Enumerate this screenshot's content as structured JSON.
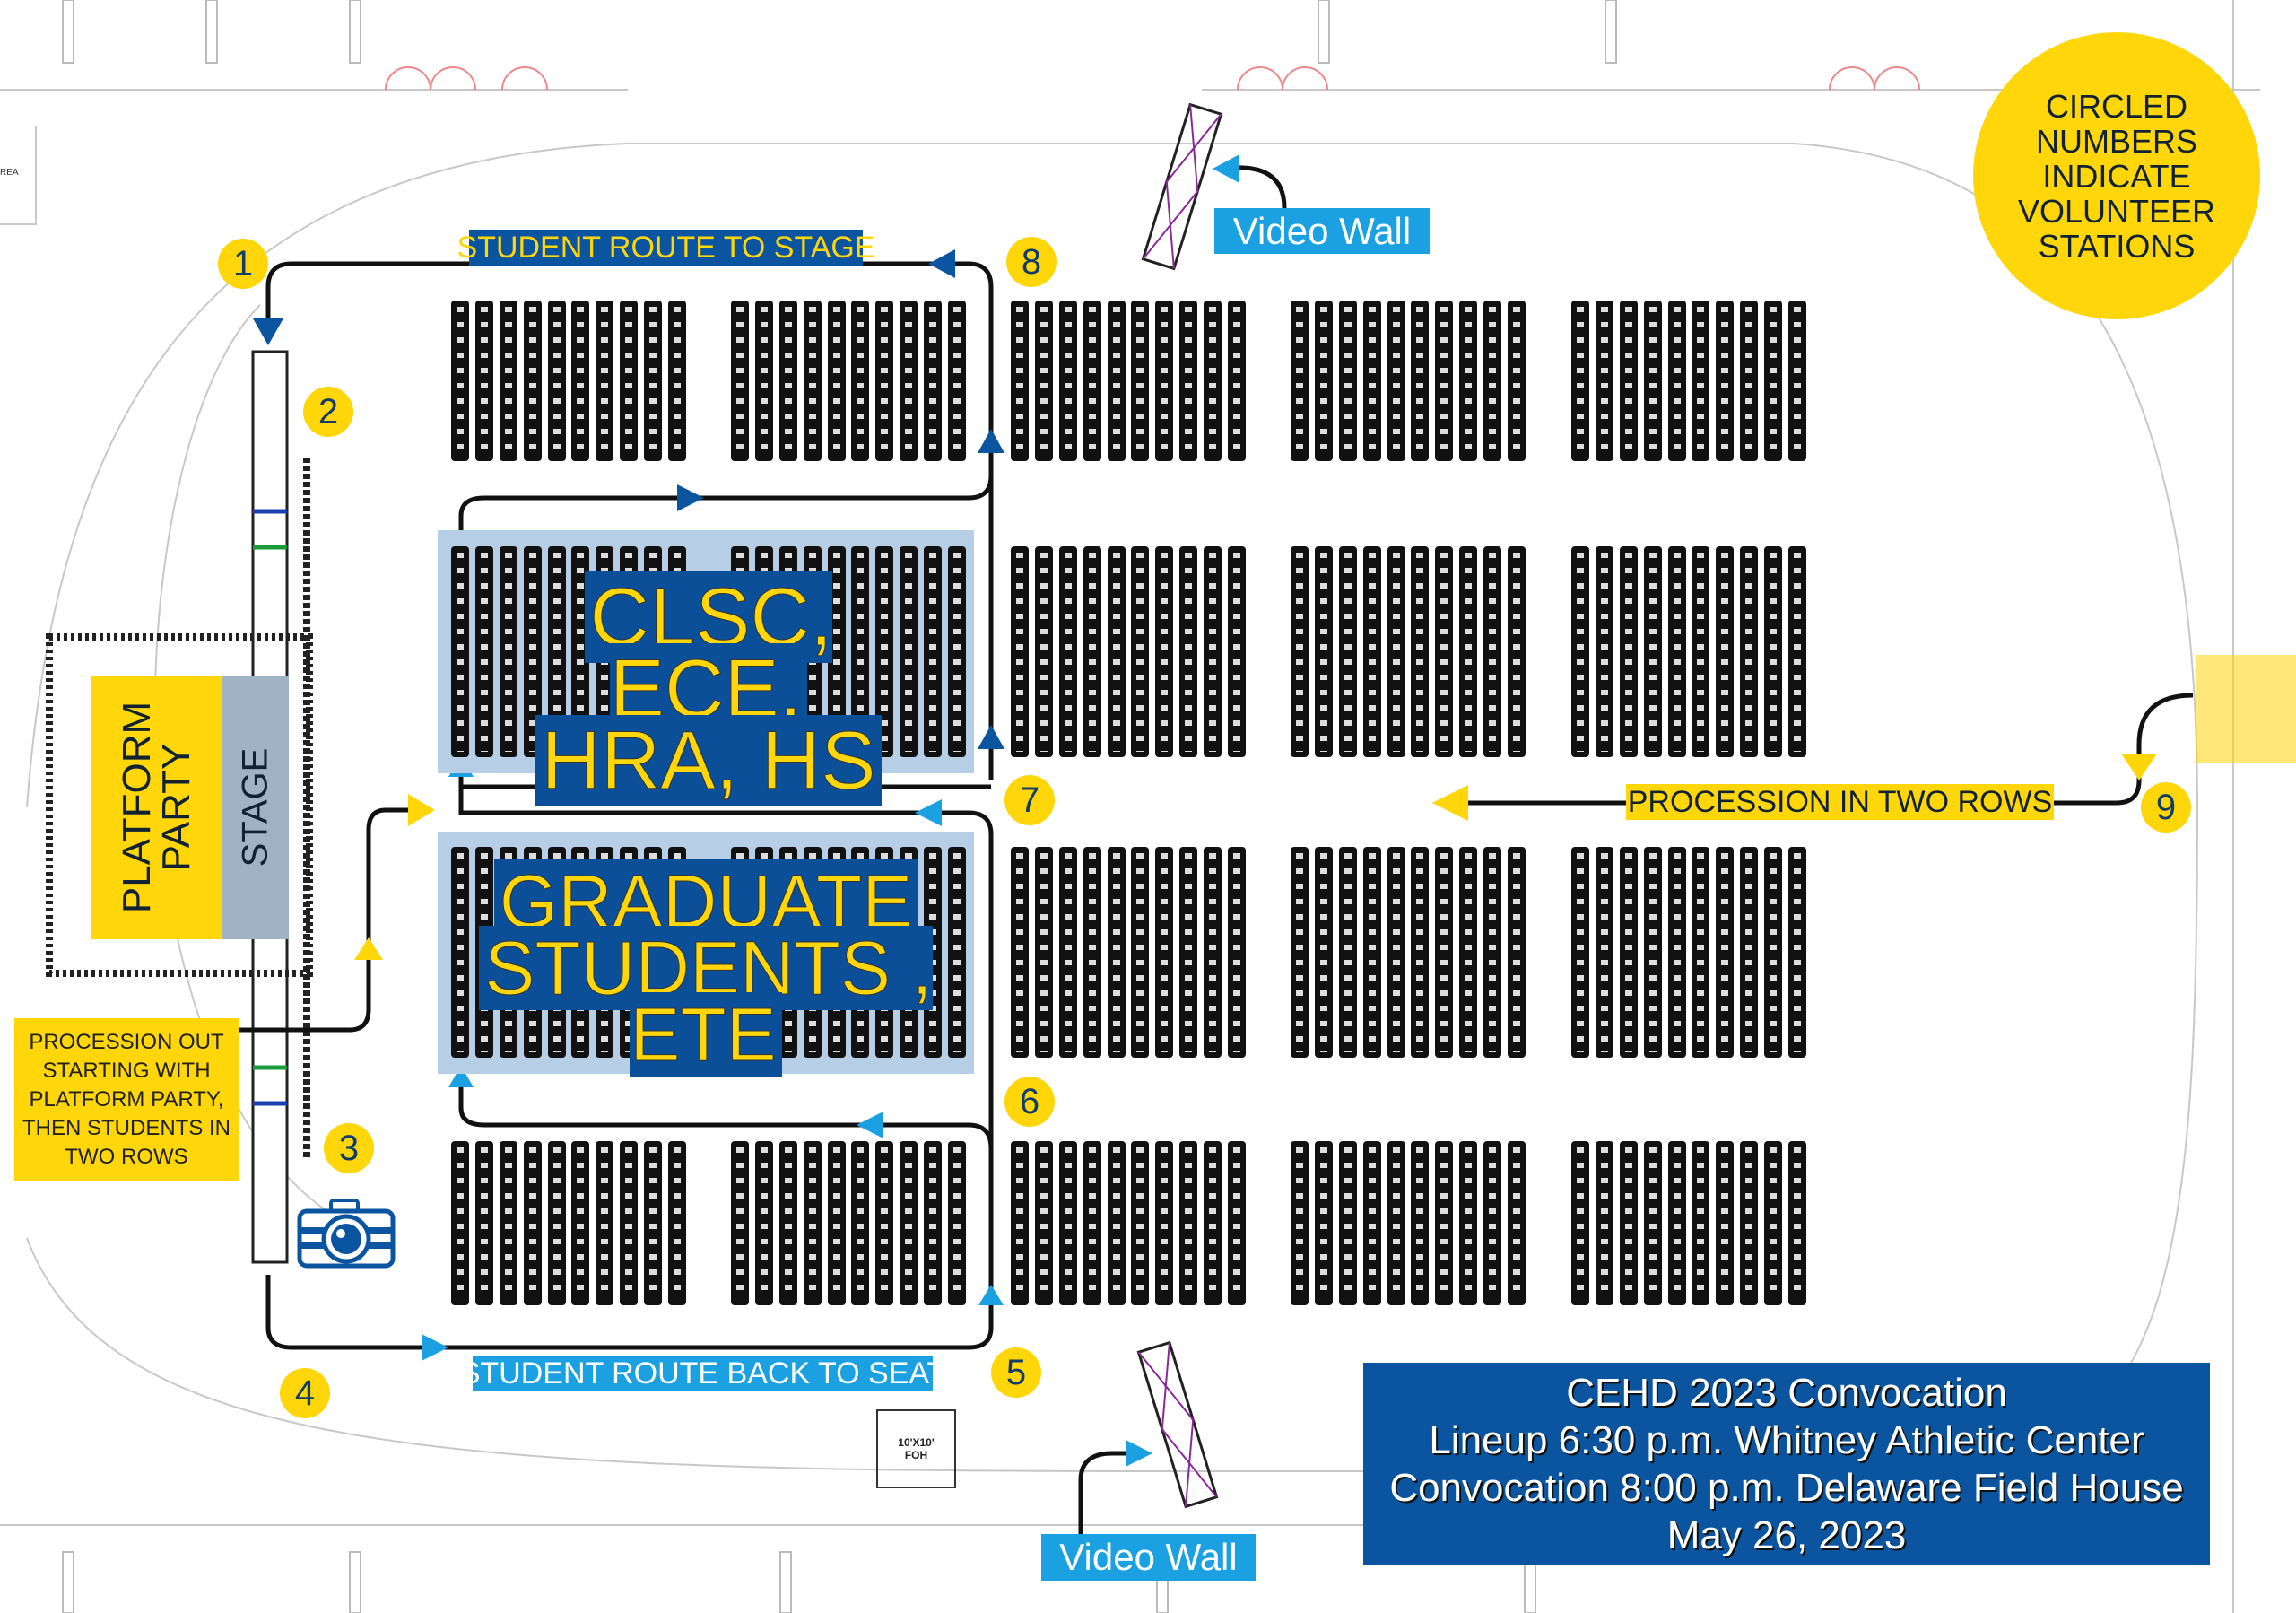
{
  "legend_circle": {
    "text": "CIRCLED NUMBERS INDICATE VOLUNTEER STATIONS",
    "lines": [
      "CIRCLED",
      "NUMBERS",
      "INDICATE",
      "VOLUNTEER",
      "STATIONS"
    ]
  },
  "routes": {
    "to_stage": "STUDENT ROUTE TO STAGE",
    "back_to_seat": "STUDENT ROUTE BACK TO SEAT",
    "procession_in": "PROCESSION IN TWO ROWS"
  },
  "procession_out": {
    "lines": [
      "PROCESSION OUT",
      "STARTING WITH",
      "PLATFORM PARTY,",
      "THEN STUDENTS IN",
      "TWO ROWS"
    ]
  },
  "stage": {
    "platform_party_lines": [
      "PLATFORM",
      "PARTY"
    ],
    "stage_label": "STAGE"
  },
  "groups": {
    "group1_lines": [
      "CLSC, ECE,",
      "HRA, HS"
    ],
    "group2_lines": [
      "GRADUATE",
      "STUDENTS , ETE"
    ]
  },
  "video_walls": [
    "Video Wall",
    "Video Wall"
  ],
  "stations": [
    "1",
    "2",
    "3",
    "4",
    "5",
    "6",
    "7",
    "8",
    "9"
  ],
  "foh": {
    "lines": [
      "10'X10'",
      "FOH"
    ]
  },
  "floorplan_fragment": "REA",
  "info": {
    "title": "CEHD 2023 Convocation",
    "lineup": "Lineup 6:30 p.m. Whitney Athletic Center",
    "convocation": "Convocation 8:00 p.m. Delaware Field House",
    "date": "May 26, 2023"
  },
  "icons": {
    "camera": "camera-icon",
    "arrow": "route-arrow-icon"
  },
  "colors": {
    "yellow": "#ffd60a",
    "dark_blue": "#0b55a0",
    "light_blue": "#1ba1e2",
    "highlight": "#b7cfe6",
    "stage_gray": "#9fb2c6"
  }
}
